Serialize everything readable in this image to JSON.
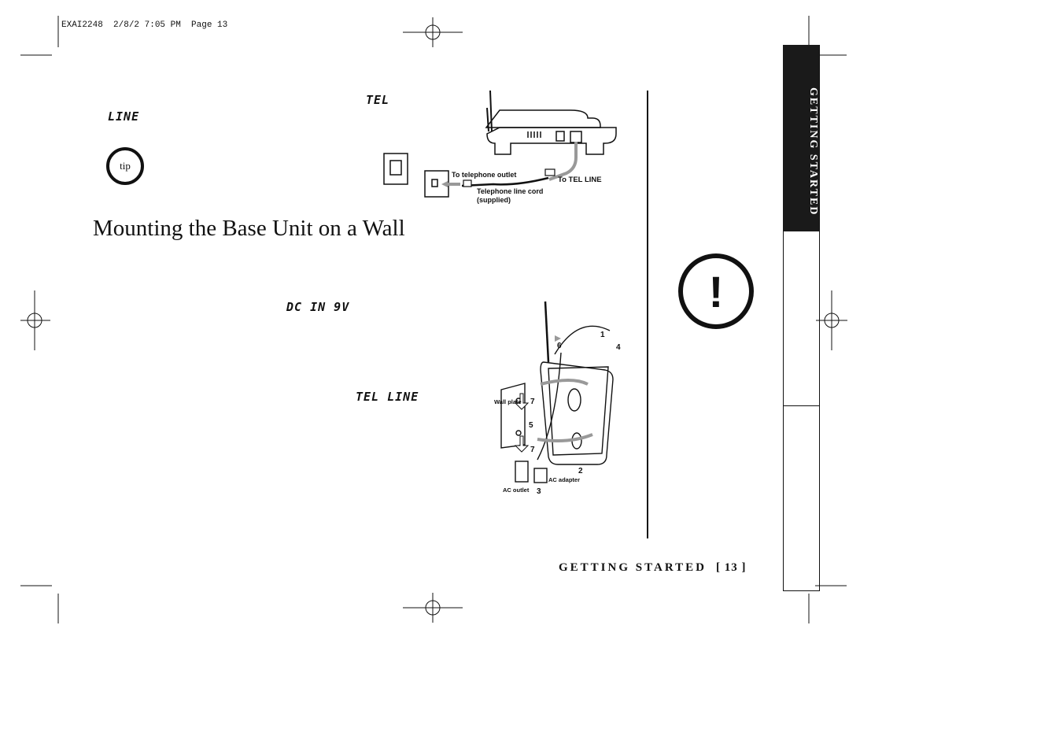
{
  "print_header": "EXAI2248  2/8/2 7:05 PM  Page 13",
  "labels": {
    "tel": "TEL",
    "line": "LINE",
    "dc_in": "DC IN 9V",
    "tel_line": "TEL LINE"
  },
  "tip_label": "tip",
  "section_title": "Mounting the Base Unit on a Wall",
  "side_tab": "GETTING STARTED",
  "warning_symbol": "!",
  "footer": {
    "section": "GETTING STARTED",
    "page": "[ 13 ]"
  },
  "diagram_top": {
    "to_outlet": "To telephone outlet",
    "line_cord": "Telephone line cord",
    "supplied": "(supplied)",
    "to_tel_line": "To TEL LINE"
  },
  "diagram_wall": {
    "wall_plate": "Wall plate",
    "ac_outlet": "AC outlet",
    "ac_adapter": "AC adapter",
    "n1": "1",
    "n2": "2",
    "n3": "3",
    "n4": "4",
    "n5": "5",
    "n6": "6",
    "n7a": "7",
    "n7b": "7"
  }
}
